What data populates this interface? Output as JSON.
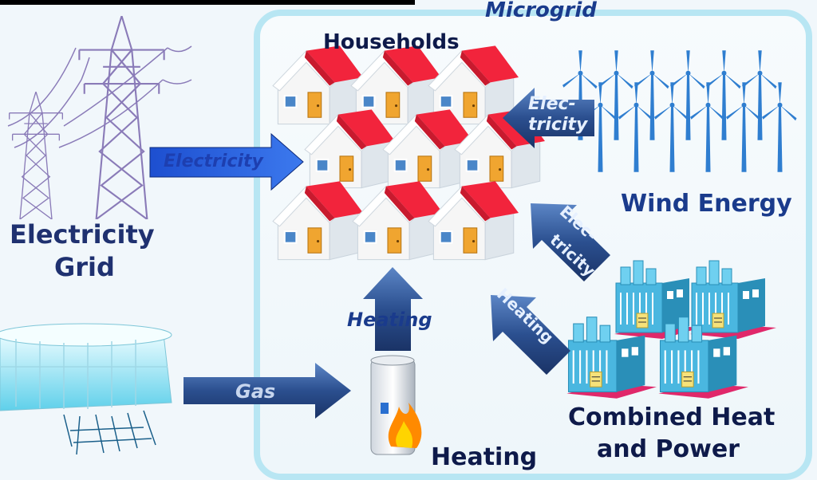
{
  "title": "Microgrid",
  "labels": {
    "households": "Households",
    "electricity_grid_line1": "Electricity",
    "electricity_grid_line2": "Grid",
    "wind_energy": "Wind Energy",
    "chp_line1": "Combined Heat",
    "chp_line2": "and Power",
    "heating_bottom": "Heating"
  },
  "arrows": {
    "grid_to_households": "Electricity",
    "wind_to_households_1": "Elec-",
    "wind_to_households_2": "tricity",
    "chp_electricity_1": "Elec-",
    "chp_electricity_2": "tricity",
    "chp_heating": "Heating",
    "heater_to_households": "Heating",
    "gas": "Gas"
  },
  "colors": {
    "roof": "#f2243c",
    "arrow": "#2b4f8f",
    "frame": "#b8e6f3",
    "text": "#1a3b8c",
    "pylon": "#8a7bb8",
    "turbine": "#2f7ed0",
    "factory": "#4ab7e0"
  }
}
